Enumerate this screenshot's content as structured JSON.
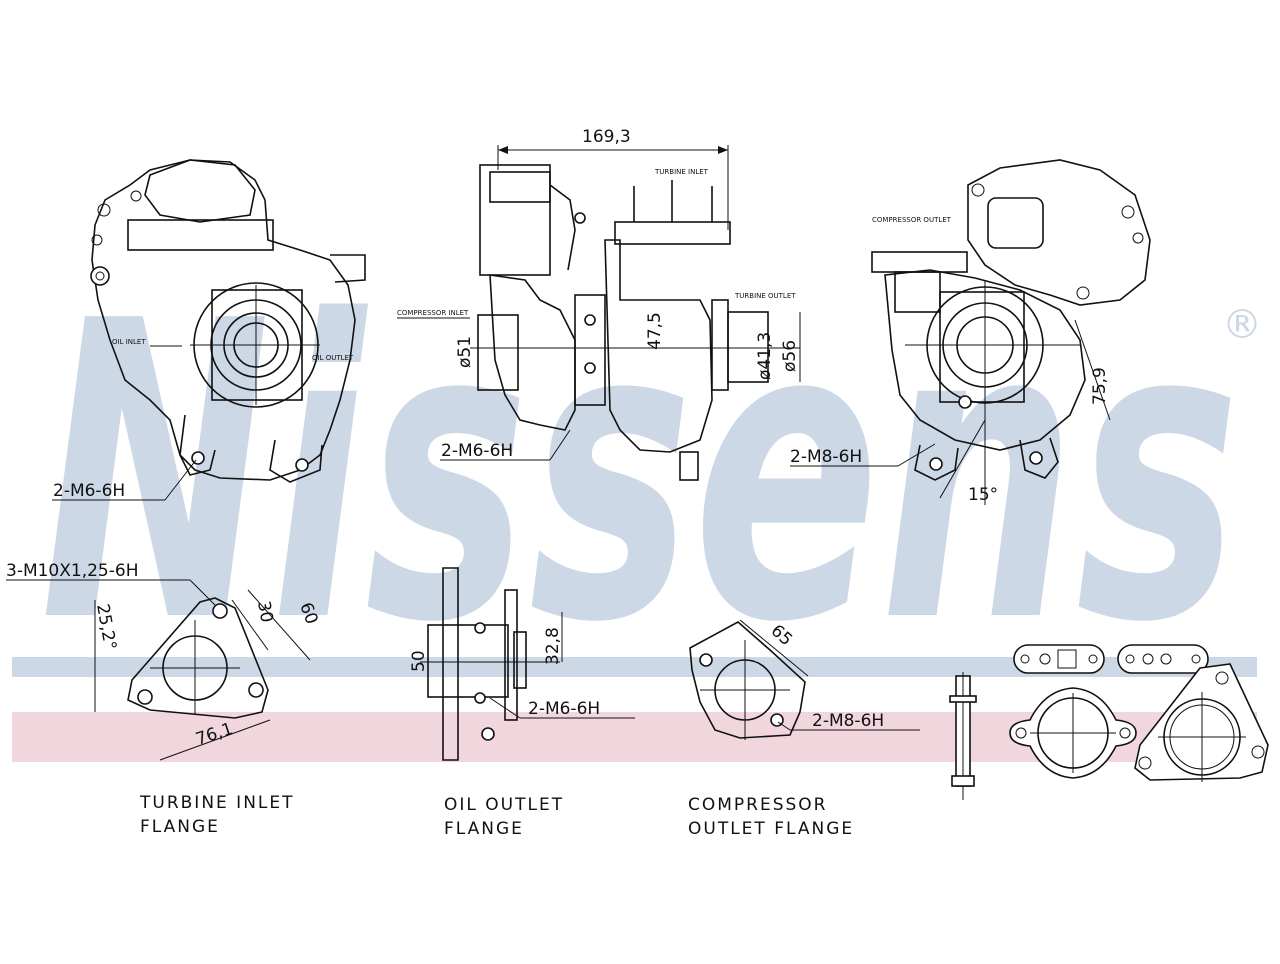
{
  "brand": {
    "watermark": "Nissens",
    "registered_mark": "®",
    "color_blue": "#cdd8e6",
    "color_pink": "#f2d6dd"
  },
  "views": {
    "front": {
      "thread_label": "2-M6-6H",
      "oil_inlet": "OIL INLET",
      "oil_outlet": "OIL OUTLET"
    },
    "side": {
      "overall_length": "169,3",
      "turbine_inlet": "TURBINE INLET",
      "turbine_outlet": "TURBINE OUTLET",
      "compressor_inlet": "COMPRESSOR INLET",
      "thread_label": "2-M6-6H",
      "dim_d51": "ø51",
      "dim_47_5": "47,5",
      "dim_d41_3": "ø41,3",
      "dim_d56": "ø56"
    },
    "rear": {
      "compressor_outlet": "COMPRESSOR OUTLET",
      "thread_label": "2-M8-6H",
      "dim_75_9": "75,9",
      "angle_15": "15°"
    }
  },
  "flanges": {
    "turbine_inlet": {
      "thread_label": "3-M10X1,25-6H",
      "dim_25_2": "25,2°",
      "dim_30": "30",
      "dim_60": "60",
      "dim_76_1": "76,1",
      "caption_line1": "TURBINE INLET",
      "caption_line2": "FLANGE"
    },
    "oil_outlet": {
      "dim_50": "50",
      "dim_32_8": "32,8",
      "thread_label": "2-M6-6H",
      "caption_line1": "OIL OUTLET",
      "caption_line2": "FLANGE"
    },
    "compressor_outlet": {
      "dim_65": "65",
      "thread_label": "2-M8-6H",
      "caption_line1": "COMPRESSOR",
      "caption_line2": "OUTLET FLANGE"
    }
  }
}
